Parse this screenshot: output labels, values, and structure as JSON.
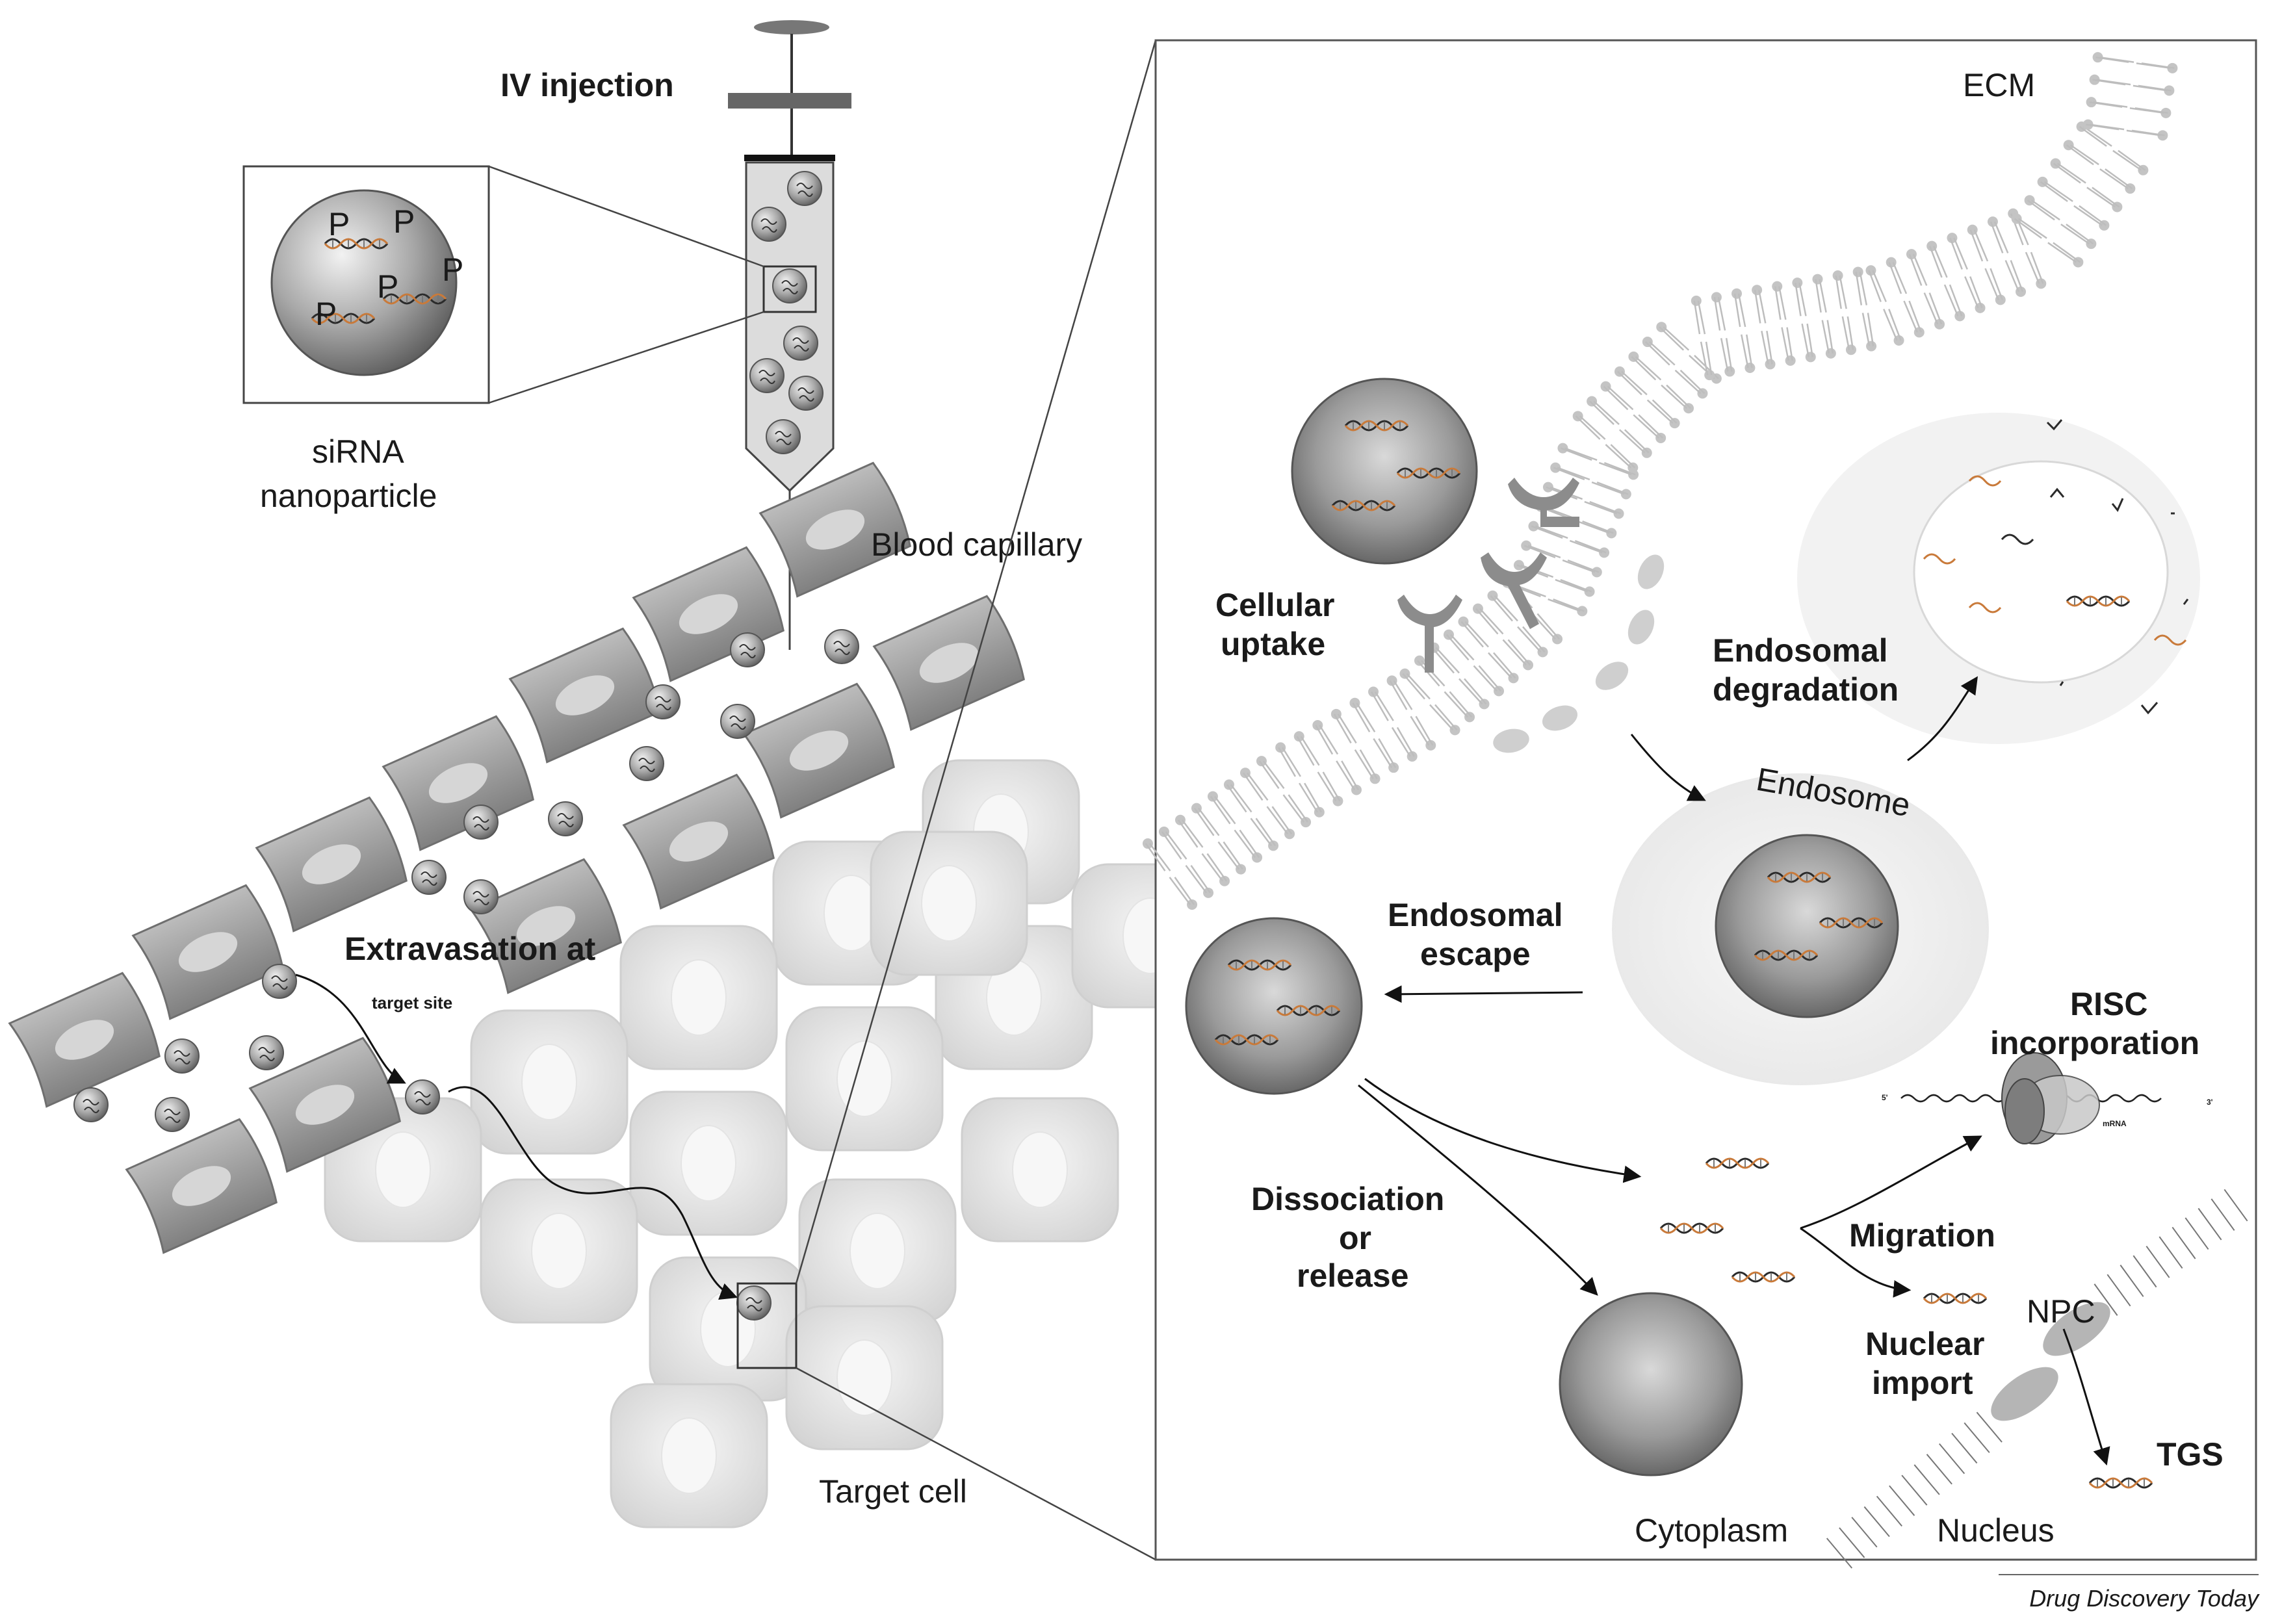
{
  "labels": {
    "iv_injection": "IV injection",
    "sirna_line1": "siRNA",
    "sirna_line2": "nanoparticle",
    "p_label": "P",
    "blood_capillary": "Blood capillary",
    "extravasation_line1": "Extravasation at",
    "extravasation_line2": "target site",
    "target_cell": "Target cell",
    "ecm": "ECM",
    "cellular_uptake_line1": "Cellular",
    "cellular_uptake_line2": "uptake",
    "endosomal_degradation_line1": "Endosomal",
    "endosomal_degradation_line2": "degradation",
    "endosome": "Endosome",
    "endosomal_escape_line1": "Endosomal",
    "endosomal_escape_line2": "escape",
    "risc_line1": "RISC",
    "risc_line2": "incorporation",
    "mrna_5": "5'",
    "mrna_3": "3'",
    "mrna_label": "mRNA",
    "dissociation_line1": "Dissociation",
    "dissociation_line2": "or",
    "dissociation_line3": "release",
    "migration": "Migration",
    "npc": "NPC",
    "nuclear_import_line1": "Nuclear",
    "nuclear_import_line2": "import",
    "tgs": "TGS",
    "cytoplasm": "Cytoplasm",
    "nucleus": "Nucleus",
    "footer": "Drug Discovery Today"
  },
  "colors": {
    "panel_border": "#555555",
    "vessel_cell": "#9c9c9c",
    "tissue_cell": "#dedede",
    "nanoparticle": "#8a8a8a",
    "membrane": "#bdbdbd",
    "rna_dark": "#2b2b2b",
    "rna_orange": "#c97a3a"
  }
}
